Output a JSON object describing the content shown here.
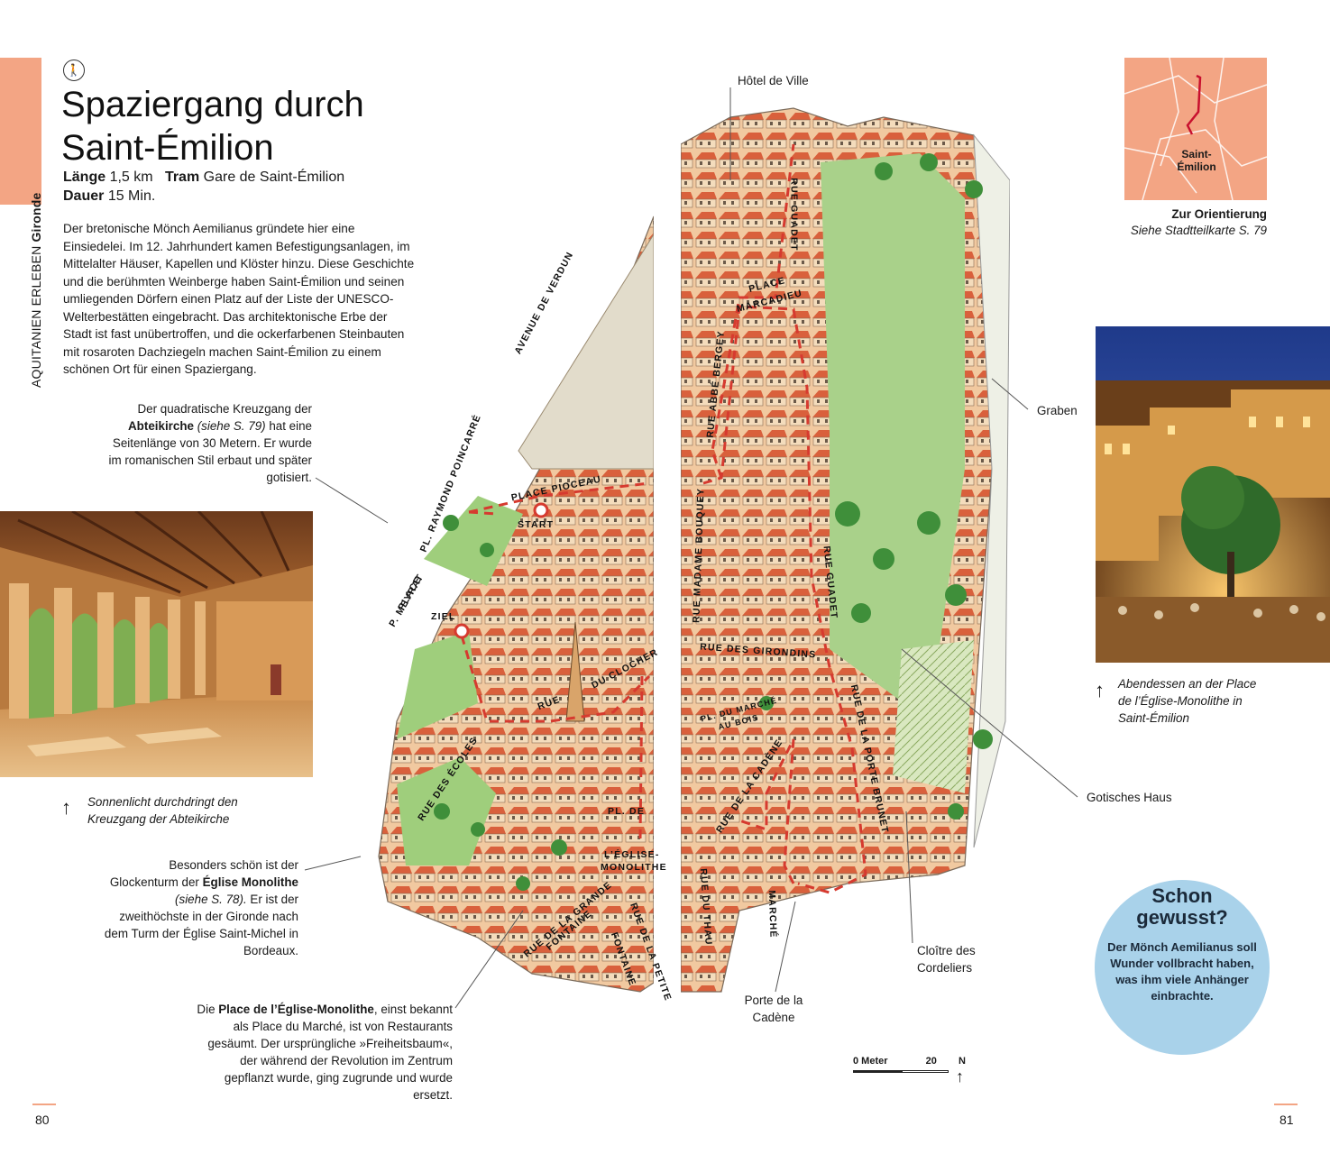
{
  "sidebar": {
    "section": "AQUITANIEN ERLEBEN",
    "region": "Gironde"
  },
  "header": {
    "title": "Spaziergang durch Saint-Émilion",
    "facts": {
      "length_label": "Länge",
      "length_value": "1,5 km",
      "tram_label": "Tram",
      "tram_value": "Gare de Saint-Émilion",
      "duration_label": "Dauer",
      "duration_value": "15 Min."
    }
  },
  "intro": "Der bretonische Mönch Aemilianus gründete hier eine Einsiedelei. Im 12. Jahrhundert kamen Befestigungsanlagen, im Mittelalter Häuser, Kapellen und Klöster hinzu. Diese Geschichte und die berühmten Weinberge haben Saint-Émilion und seinen umliegenden Dörfern einen Platz auf der Liste der UNESCO-Welterbestätten eingebracht. Das architektonische Erbe der Stadt ist fast unübertroffen, und die ockerfarbenen Steinbauten mit rosaroten Dachziegeln machen Saint-Émilion zu einem schönen Ort für einen Spaziergang.",
  "callouts": {
    "abbey": {
      "pre": "Der quadratische Kreuzgang der",
      "bold": "Abteikirche",
      "ref": "(siehe S. 79)",
      "post": "hat eine Seitenlänge von 30 Metern. Er wurde im romanischen Stil erbaut und später gotisiert."
    },
    "tower": {
      "pre": "Besonders schön ist der Glockenturm der",
      "bold": "Église Monolithe",
      "ref": "(siehe S. 78).",
      "post": "Er ist der zweithöchste in der Gironde nach dem Turm der Église Saint-Michel in Bordeaux."
    },
    "place": {
      "pre": "Die",
      "bold": "Place de l’Église-Monolithe",
      "post": ", einst bekannt als Place du Marché, ist von Restaurants gesäumt. Der ursprüngliche »Freiheitsbaum«, der während der Revolution im Zentrum gepflanzt wurde, ging zugrunde und wurde ersetzt."
    }
  },
  "photos": {
    "cloister_caption": "Sonnenlicht durchdringt den Kreuzgang der Abteikirche",
    "evening_caption": "Abendessen an der Place de l’Église-Monolithe in Saint-Émilion"
  },
  "orientation": {
    "map_label": "Saint-Émilion",
    "title": "Zur Orientierung",
    "subtitle": "Siehe Stadtteilkarte S. 79"
  },
  "map_labels": {
    "hotel_de_ville": "Hôtel de Ville",
    "graben": "Graben",
    "gotisches_haus": "Gotisches Haus",
    "cloitre": "Cloître des Cordeliers",
    "porte": "Porte de la Cadène",
    "start": "START",
    "ziel": "ZIEL"
  },
  "streets": {
    "avenue_verdun": "AVENUE  DE  VERDUN",
    "rue_guadet_top": "RUE GUADET",
    "place_marcadieu_1": "PLACE",
    "place_marcadieu_2": "MARCADIEU",
    "rue_abbe_bergey": "RUE ABBÉ BERGEY",
    "pl_raymond": "PL. RAYMOND POINCARRÉ",
    "place_pioceau": "PLACE PIOCEAU",
    "place_meyrat_1": "PLACE",
    "place_meyrat_2": "P. MEYRAT",
    "rue_madame": "RUE MADAME BOUQUEY",
    "rue_guadet_mid": "RUE GUADET",
    "rue_girondins": "RUE DES GIRONDINS",
    "rue_du_clocher_1": "DU CLOCHER",
    "rue_du_clocher_2": "RUE",
    "pl_marche_1": "PL. DU MARCHÉ",
    "pl_marche_2": "AU BOIS",
    "rue_porte_brunet": "RUE DE LA PORTE BRUNET",
    "rue_cadene": "RUE DE LA CADÈNE",
    "rue_ecoles": "RUE DES ÉCOLES",
    "pl_de": "PL. DE",
    "eglise_1": "L’ÉGLISE-",
    "eglise_2": "MONOLITHE",
    "rue_du_thau": "RUE DU THAU",
    "marche": "MARCHÉ",
    "rue_grande_fontaine_1": "RUE DE LA GRANDE",
    "rue_grande_fontaine_2": "FONTAINE",
    "rue_petite_fontaine_1": "RUE DE LA PETITE",
    "rue_petite_fontaine_2": "FONTAINE"
  },
  "scale": {
    "zero": "0 Meter",
    "value": "20",
    "north": "N"
  },
  "fact_box": {
    "title": "Schon gewusst?",
    "body": "Der Mönch Aemilianus soll Wunder vollbracht haben, was ihm viele Anhänger einbrachte."
  },
  "pages": {
    "left": "80",
    "right": "81"
  },
  "colors": {
    "accent": "#f3a584",
    "route": "#d63a2f",
    "factbox": "#a9d2ea"
  }
}
